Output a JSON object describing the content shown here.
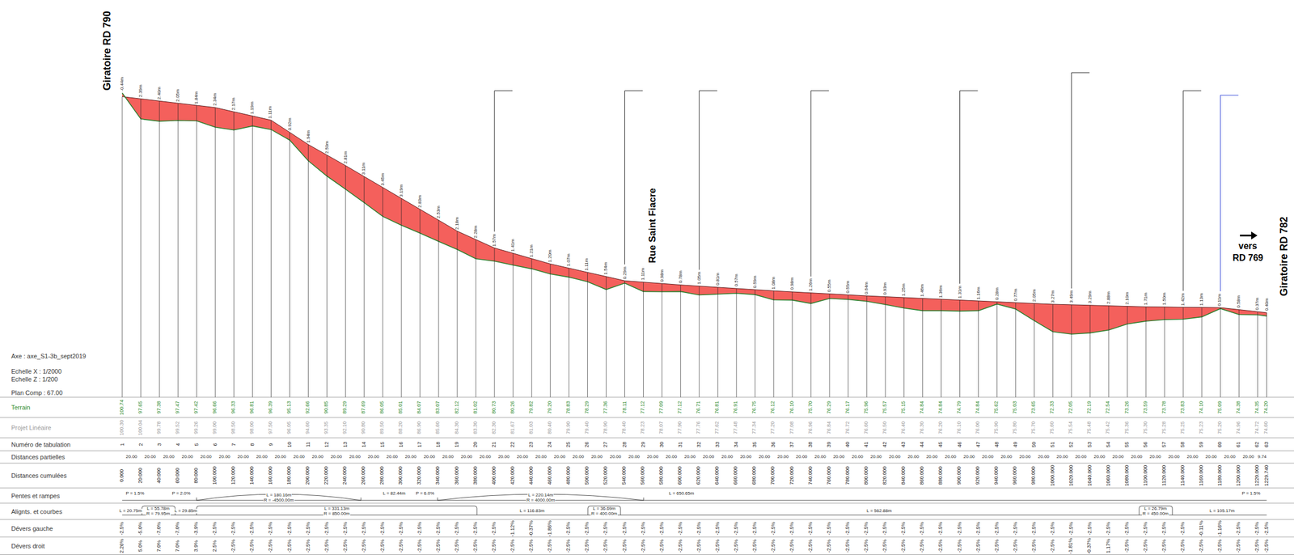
{
  "diagram": {
    "labels": [
      "Giratoire RD 790",
      "Rue Saint Fiacre",
      "vers",
      "RD 769",
      "Giratoire RD 782",
      "Axe : axe_S1-3b_sept2019",
      "Echelle X : 1/2000",
      "Echelle Z : 1/200",
      "Plan Comp : 67.00",
      "Terrain",
      "Projet Linéaire",
      "Numéro de tabulation",
      "Distances partielles",
      "Distances cumulées",
      "Pentes et rampes",
      "Alignts. et courbes",
      "Dévers gauche",
      "Dévers droit",
      "-0.44m",
      "2.39m",
      "2.40m",
      "2.05m",
      "1.84m",
      "2.34m",
      "2.17m",
      "1.19m",
      "1.11m",
      "0.92m",
      "1.94m",
      "2.50m",
      "2.81m",
      "3.11m",
      "3.45m",
      "3.19m",
      "2.83m",
      "2.53m",
      "2.18m",
      "2.28m",
      "1.57m",
      "1.41m",
      "1.21m",
      "1.20m",
      "1.07m",
      "1.11m",
      "1.54m",
      "0.29m",
      "1.11m",
      "0.98m",
      "0.78m",
      "1.05m",
      "0.81m",
      "0.57m",
      "0.59m",
      "1.08m",
      "0.98m",
      "1.26m",
      "0.55m",
      "0.55m",
      "0.64m",
      "0.93m",
      "1.25m",
      "1.46m",
      "1.36m",
      "1.31m",
      "1.16m",
      "0.28m",
      "0.77m",
      "2.05m",
      "3.27m",
      "3.49m",
      "3.29m",
      "2.88m",
      "2.10m",
      "1.71m",
      "1.50m",
      "1.42m",
      "1.13m",
      "0.11m",
      "0.58m",
      "0.37m",
      "0.40m",
      "100.74",
      "97.65",
      "97.38",
      "97.47",
      "97.42",
      "96.66",
      "96.33",
      "96.81",
      "96.39",
      "95.13",
      "92.66",
      "90.85",
      "89.29",
      "87.69",
      "86.05",
      "85.01",
      "84.07",
      "83.07",
      "82.12",
      "81.02",
      "80.73",
      "80.26",
      "79.82",
      "79.20",
      "78.83",
      "78.29",
      "77.36",
      "78.11",
      "77.12",
      "77.09",
      "77.12",
      "76.71",
      "76.81",
      "76.91",
      "76.75",
      "76.12",
      "76.10",
      "75.70",
      "76.29",
      "76.17",
      "75.96",
      "75.57",
      "75.15",
      "74.84",
      "74.84",
      "74.79",
      "74.84",
      "75.62",
      "75.03",
      "73.65",
      "72.33",
      "72.05",
      "72.19",
      "72.54",
      "73.26",
      "73.59",
      "73.78",
      "73.83",
      "74.10",
      "75.09",
      "74.38",
      "74.35",
      "74.20",
      "100.30",
      "100.04",
      "99.78",
      "99.52",
      "99.26",
      "99.00",
      "98.50",
      "98.00",
      "97.50",
      "96.05",
      "94.60",
      "93.35",
      "92.10",
      "90.80",
      "89.50",
      "88.20",
      "86.90",
      "85.60",
      "84.30",
      "83.30",
      "82.30",
      "81.67",
      "81.03",
      "80.40",
      "79.90",
      "79.40",
      "78.90",
      "78.40",
      "78.23",
      "78.07",
      "77.90",
      "77.76",
      "77.62",
      "77.48",
      "77.34",
      "77.20",
      "77.08",
      "76.96",
      "76.84",
      "76.72",
      "76.60",
      "76.50",
      "76.40",
      "76.30",
      "76.20",
      "76.10",
      "76.00",
      "75.90",
      "75.80",
      "75.70",
      "75.60",
      "75.54",
      "75.48",
      "75.42",
      "75.36",
      "75.30",
      "75.28",
      "75.25",
      "75.23",
      "75.20",
      "74.96",
      "74.72",
      "74.60",
      "1",
      "2",
      "3",
      "4",
      "5",
      "6",
      "7",
      "8",
      "9",
      "10",
      "11",
      "12",
      "13",
      "14",
      "15",
      "16",
      "17",
      "18",
      "19",
      "20",
      "21",
      "22",
      "23",
      "24",
      "25",
      "26",
      "27",
      "28",
      "29",
      "30",
      "31",
      "32",
      "33",
      "34",
      "35",
      "36",
      "37",
      "38",
      "39",
      "40",
      "41",
      "42",
      "43",
      "44",
      "45",
      "46",
      "47",
      "48",
      "49",
      "50",
      "51",
      "52",
      "53",
      "54",
      "55",
      "56",
      "57",
      "58",
      "59",
      "60",
      "61",
      "62",
      "63",
      "20.00",
      "20.00",
      "20.00",
      "20.00",
      "20.00",
      "20.00",
      "20.00",
      "20.00",
      "20.00",
      "20.00",
      "20.00",
      "20.00",
      "20.00",
      "20.00",
      "20.00",
      "20.00",
      "20.00",
      "20.00",
      "20.00",
      "20.00",
      "20.00",
      "20.00",
      "20.00",
      "20.00",
      "20.00",
      "20.00",
      "20.00",
      "20.00",
      "20.00",
      "20.00",
      "20.00",
      "20.00",
      "20.00",
      "20.00",
      "20.00",
      "20.00",
      "20.00",
      "20.00",
      "20.00",
      "20.00",
      "20.00",
      "20.00",
      "20.00",
      "20.00",
      "20.00",
      "20.00",
      "20.00",
      "20.00",
      "20.00",
      "20.00",
      "20.00",
      "20.00",
      "20.00",
      "20.00",
      "20.00",
      "20.00",
      "20.00",
      "20.00",
      "20.00",
      "20.00",
      "20.00",
      "9.74",
      "0.000",
      "20.000",
      "40.000",
      "60.000",
      "80.000",
      "100.000",
      "120.000",
      "140.000",
      "160.000",
      "180.000",
      "200.000",
      "220.000",
      "240.000",
      "260.000",
      "280.000",
      "300.000",
      "320.000",
      "340.000",
      "360.000",
      "380.000",
      "400.000",
      "420.000",
      "440.000",
      "460.000",
      "480.000",
      "500.000",
      "520.000",
      "540.000",
      "560.000",
      "580.000",
      "600.000",
      "620.000",
      "640.000",
      "660.000",
      "680.000",
      "700.000",
      "720.000",
      "740.000",
      "760.000",
      "780.000",
      "800.000",
      "820.000",
      "840.000",
      "860.000",
      "880.000",
      "900.000",
      "920.000",
      "940.000",
      "960.000",
      "980.000",
      "1000.000",
      "1020.000",
      "1040.000",
      "1060.000",
      "1080.000",
      "1100.000",
      "1120.000",
      "1140.000",
      "1160.000",
      "1180.000",
      "1200.000",
      "1220.000",
      "1229.740",
      "P = 1.5%",
      "P = 2.0%",
      "L = 180.16m",
      "R = -4500.00m",
      "L = 82.44m",
      "P = 6.0%",
      "L = 220.14m",
      "R = 4000.00m",
      "L = 650.65m",
      "P = 1.5%",
      "L = 20.75m",
      "L = 55.78m",
      "R = 79.95m",
      "L = 29.85m",
      "L = 331.13m",
      "R = 850.00m",
      "L = 116.83m",
      "L = 36.69m",
      "R = 400.00m",
      "L = 562.88m",
      "L = 26.79m",
      "R = 450.00m",
      "L = 105.17m",
      "-2.5%",
      "-5.0%",
      "-7.0%",
      "-7.0%",
      "-3.9%",
      "-2.5%",
      "-2.5%",
      "-2.5%",
      "-2.5%",
      "-2.5%",
      "-2.5%",
      "-2.5%",
      "-2.5%",
      "-2.5%",
      "-2.5%",
      "-2.5%",
      "-2.5%",
      "-2.5%",
      "-2.5%",
      "-2.5%",
      "-2.5%",
      "-1.12%",
      "-0.37%",
      "-1.86%",
      "-2.5%",
      "-2.5%",
      "-2.5%",
      "-2.5%",
      "-2.5%",
      "-2.5%",
      "-2.5%",
      "-2.5%",
      "-2.5%",
      "-2.5%",
      "-2.5%",
      "-2.5%",
      "-2.5%",
      "-2.5%",
      "-2.5%",
      "-2.5%",
      "-2.5%",
      "-2.5%",
      "-2.5%",
      "-2.5%",
      "-2.5%",
      "-2.5%",
      "-2.5%",
      "-2.5%",
      "-2.5%",
      "-2.5%",
      "-2.5%",
      "-2.5%",
      "-2.5%",
      "-2.5%",
      "-2.5%",
      "-2.5%",
      "-2.5%",
      "-2.5%",
      "-0.11%",
      "-1.16%",
      "-2.5%",
      "-2.5%",
      "-2.5%",
      "2.26%",
      "5.0%",
      "7.0%",
      "7.0%",
      "3.9%",
      "2.5%",
      "-2.5%",
      "-2.5%",
      "-2.5%",
      "-2.5%",
      "-2.5%",
      "-2.5%",
      "-2.5%",
      "-2.5%",
      "-2.5%",
      "-2.5%",
      "-2.5%",
      "-2.5%",
      "-2.5%",
      "-2.5%",
      "-2.5%",
      "-2.5%",
      "-2.5%",
      "-2.5%",
      "-2.5%",
      "-2.5%",
      "-2.5%",
      "-2.5%",
      "-2.5%",
      "-2.5%",
      "-2.5%",
      "-2.5%",
      "-2.5%",
      "-2.5%",
      "-2.5%",
      "-2.5%",
      "-2.5%",
      "-2.5%",
      "-2.5%",
      "-2.5%",
      "-2.5%",
      "-2.5%",
      "-2.5%",
      "-2.5%",
      "-2.5%",
      "-2.5%",
      "-2.5%",
      "-2.5%",
      "-2.5%",
      "-2.5%",
      "-2.5%",
      "-1.81%",
      "-0.37%",
      "1.17%",
      "-2.5%",
      "-2.5%",
      "-2.5%",
      "-2.5%",
      "-2.5%",
      "-2.5%",
      "-2.5%",
      "-2.5%",
      "-2.5%"
    ]
  }
}
